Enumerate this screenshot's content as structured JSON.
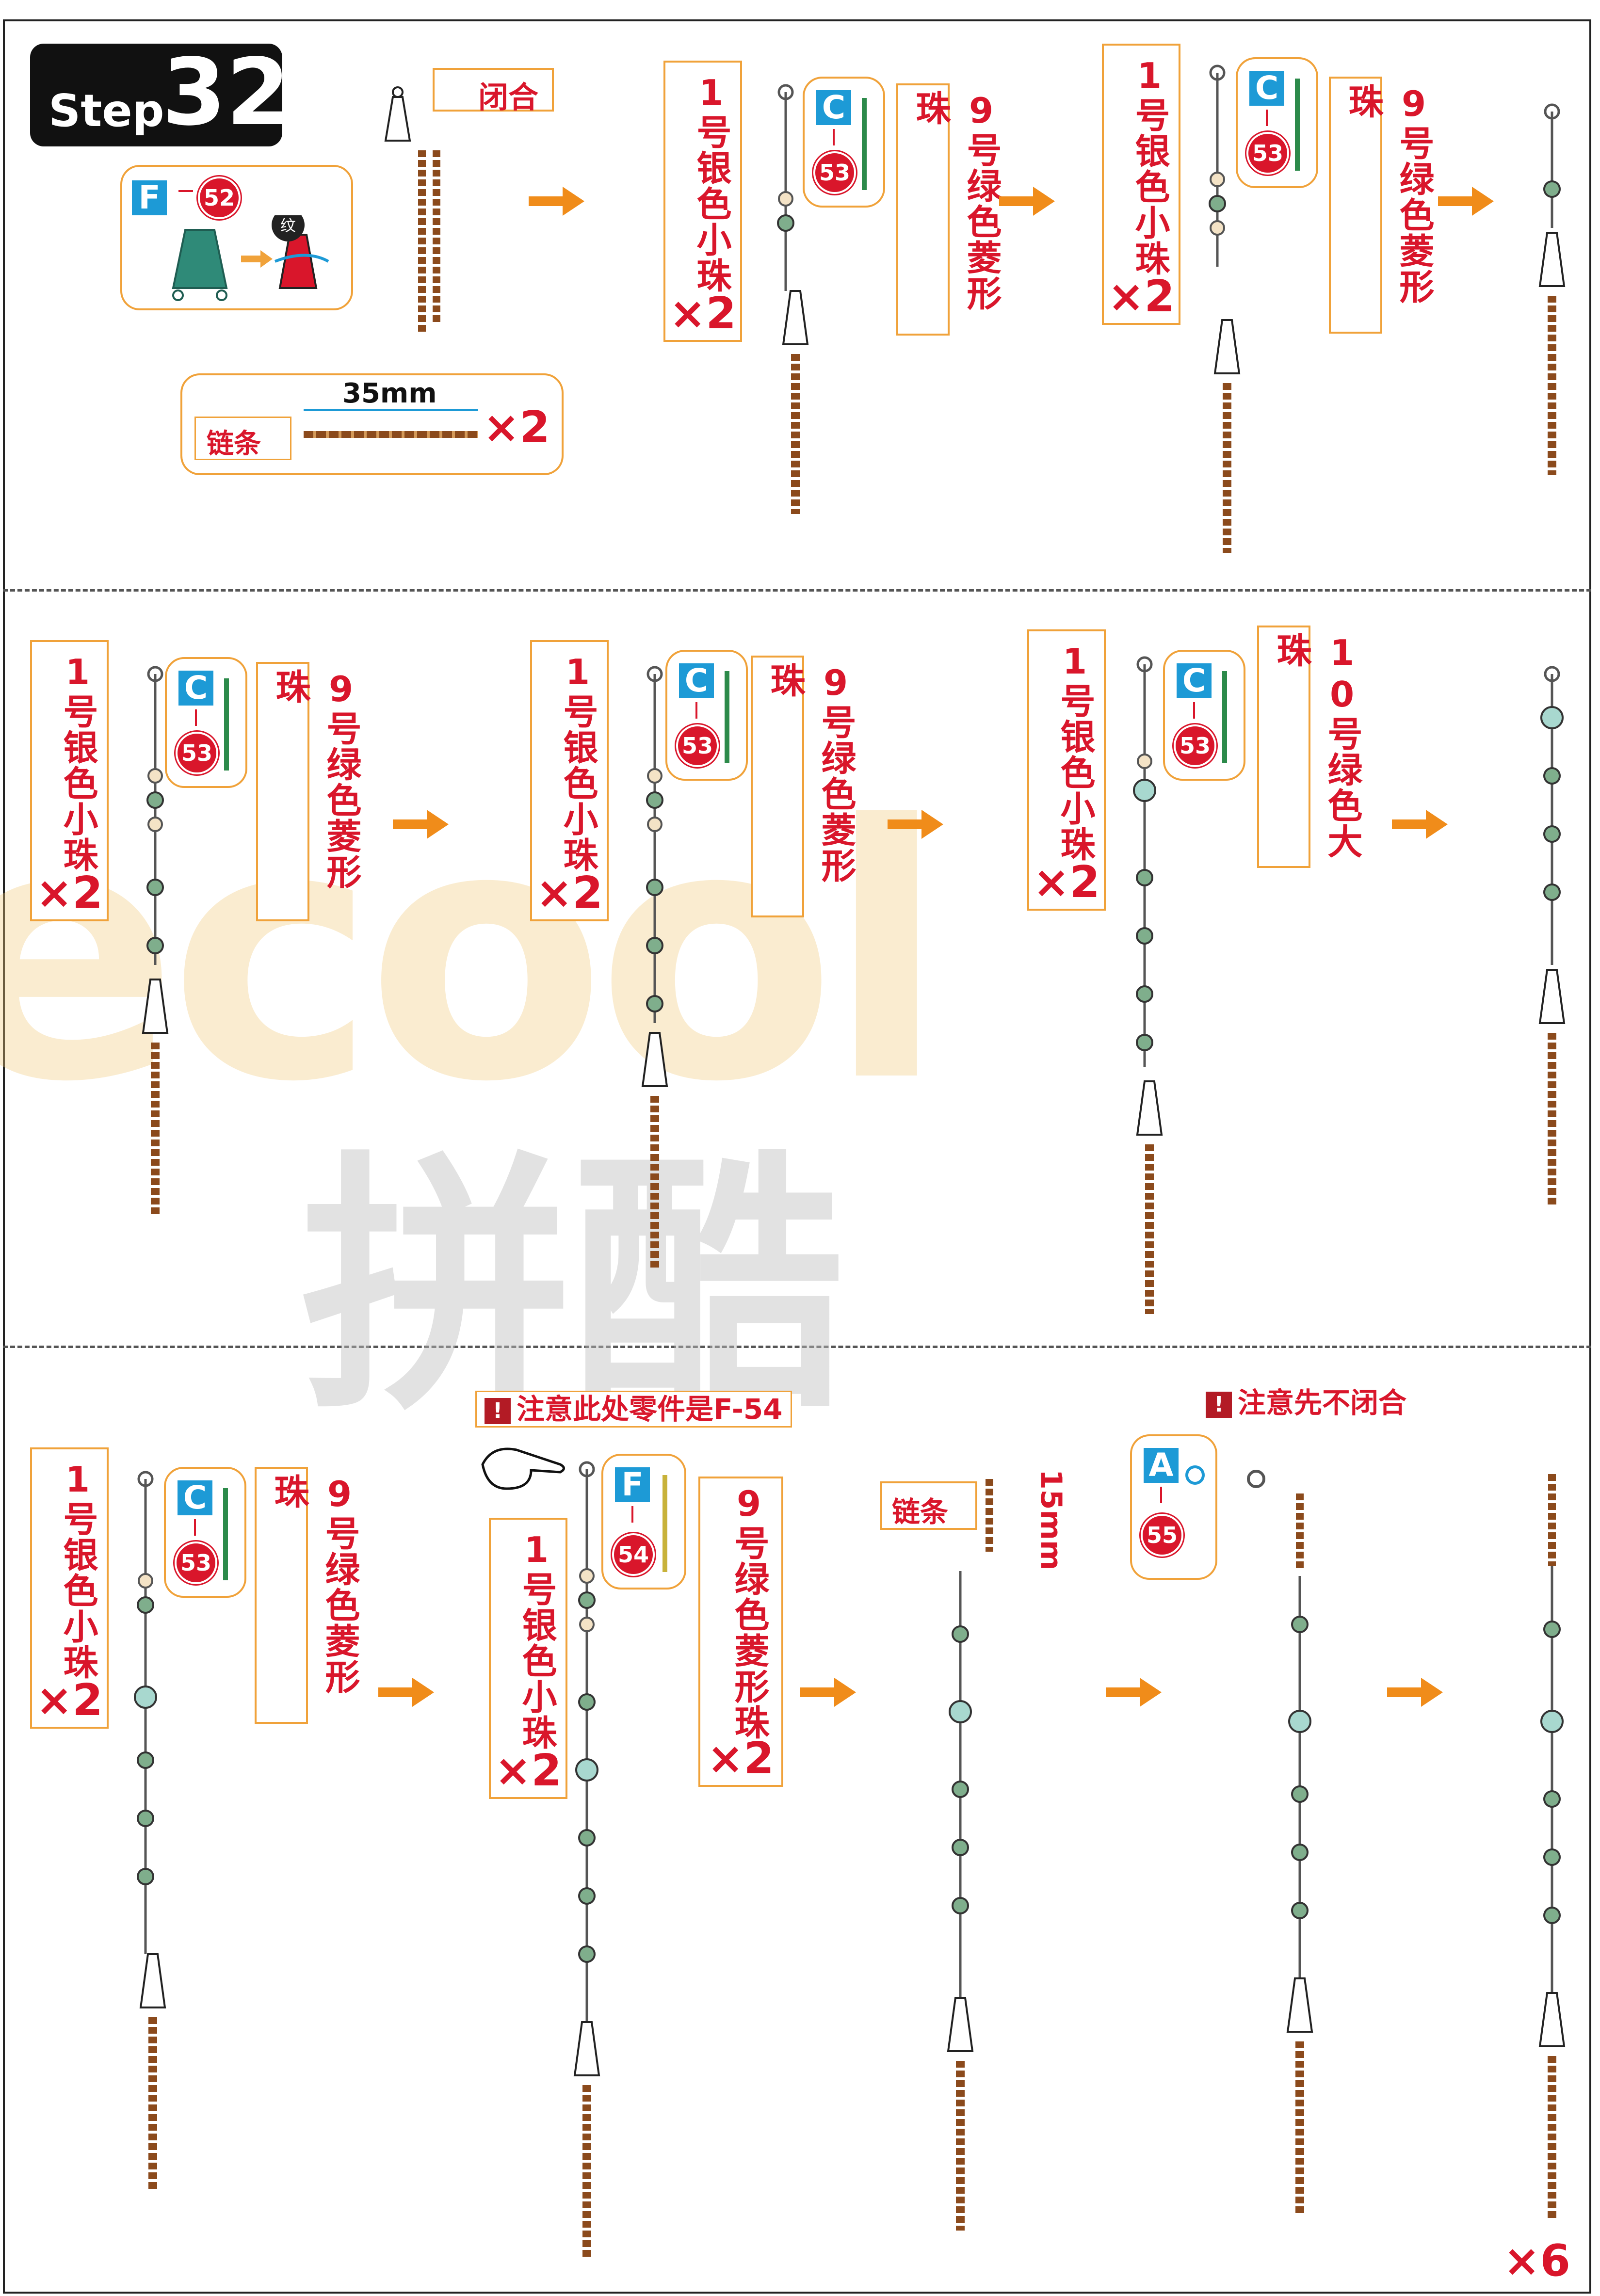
{
  "step": {
    "word": "Step",
    "number": "32"
  },
  "watermark": {
    "latin": "ecool",
    "chinese": "拼酷"
  },
  "close_label": "闭合",
  "f52_part": {
    "letter": "F",
    "number": "52",
    "pattern_label": "纹"
  },
  "chain_spec": {
    "length": "35mm",
    "label": "链条",
    "qty": "×2"
  },
  "bead_silver": "1号银色小珠",
  "bead_green_rhombus": "9号绿色菱形珠",
  "bead_green_large": "10号绿色大珠",
  "qty_x2": "×2",
  "pin_c53": {
    "letter": "C",
    "number": "53"
  },
  "pin_f54": {
    "letter": "F",
    "number": "54"
  },
  "note_f54": "注意此处零件是F-54",
  "chain15": {
    "label": "链条",
    "length": "15mm"
  },
  "note_not_closed": "注意先不闭合",
  "ring_a55": {
    "letter": "A",
    "number": "55"
  },
  "final_qty": "×6",
  "colors": {
    "accent_orange": "#f0a23a",
    "red": "#d9162b",
    "blue": "#1d9ad6",
    "chain_brown": "#8b4a1c",
    "bead_green": "#7fae8c"
  }
}
